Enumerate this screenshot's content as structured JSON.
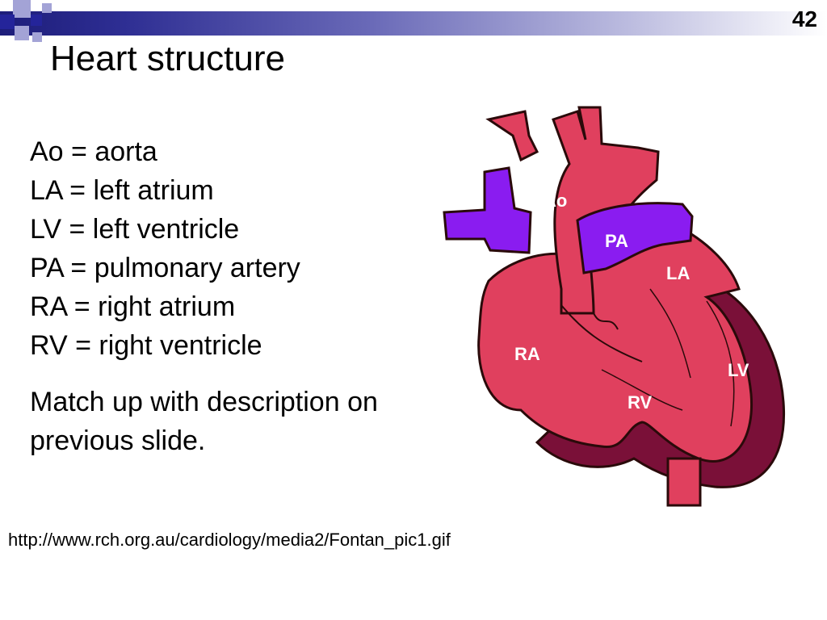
{
  "slide": {
    "number": "42",
    "title": "Heart structure"
  },
  "definitions": [
    "Ao = aorta",
    "LA = left atrium",
    "LV = left ventricle",
    "PA = pulmonary artery",
    "RA = right atrium",
    "RV = right ventricle"
  ],
  "instruction": "Match up with description on previous slide.",
  "figure": {
    "labels": {
      "ao": "Ao",
      "pa": "PA",
      "la": "LA",
      "ra": "RA",
      "lv": "LV",
      "rv": "RV"
    },
    "colors": {
      "heart": "#e0405e",
      "outline": "#2a0a0a",
      "vena_cava": "#8a1cf0",
      "pulmonary_artery": "#8a1cf0",
      "ventricle_wall": "#7a1038"
    }
  },
  "source_url": "http://www.rch.org.au/cardiology/media2/Fontan_pic1.gif",
  "theme": {
    "bar_dark": "#1d1d7a",
    "square_dark": "#24249a",
    "square_light": "#a3a3d6"
  }
}
